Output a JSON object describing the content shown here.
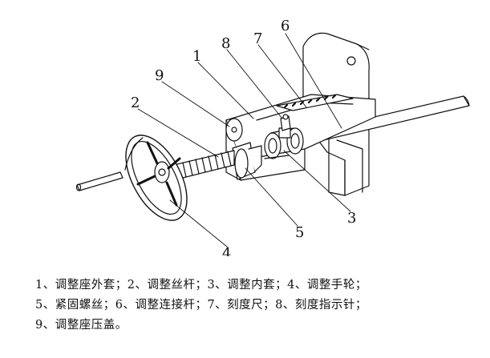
{
  "callouts": [
    "1",
    "2",
    "3",
    "4",
    "5",
    "6",
    "7",
    "8",
    "9"
  ],
  "caption": {
    "line1": "1、调整座外套；2、调整丝杆；3、调整内套；4、调整手轮；",
    "line2": "5、紧固螺丝；6、调整连接杆；7、刻度尺；8、刻度指示针；",
    "line3": "9、调整座压盖。"
  }
}
